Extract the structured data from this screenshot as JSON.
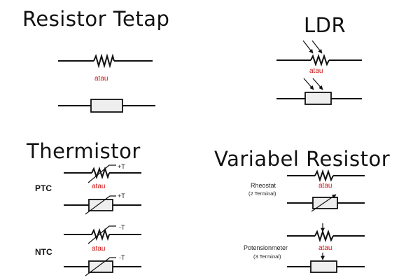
{
  "titles": {
    "fixed": "Resistor Tetap",
    "ldr": "LDR",
    "thermistor": "Thermistor",
    "variable": "Variabel Resistor"
  },
  "or_label": "atau",
  "thermistor": {
    "ptc_label": "PTC",
    "ntc_label": "NTC",
    "ptc_temp": "+T",
    "ntc_temp": "-T"
  },
  "variable": {
    "rheostat_label": "Rheostat",
    "rheostat_sub": "(2 Terminal)",
    "pot_label": "Potensionmeter",
    "pot_sub": "(3 Terminal)"
  },
  "colors": {
    "line": "#111111",
    "or_text": "#cc1111",
    "box_fill": "#eeeeee"
  }
}
